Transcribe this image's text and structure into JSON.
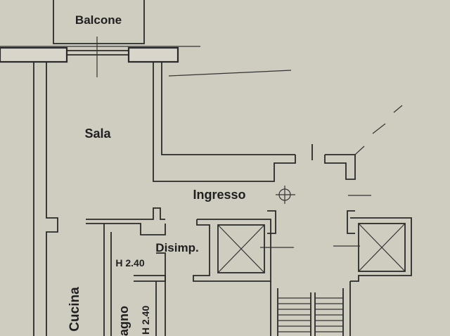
{
  "rooms": {
    "balcone": "Balcone",
    "sala": "Sala",
    "ingresso": "Ingresso",
    "disimpegno": "Disimp.",
    "cucina": "Cucina",
    "bagno": "agno"
  },
  "heights": {
    "disimpegno": "H 2.40",
    "bagno": "H 2.40"
  },
  "colors": {
    "paper": "#cfccc0",
    "ink": "#2a2a2a"
  }
}
